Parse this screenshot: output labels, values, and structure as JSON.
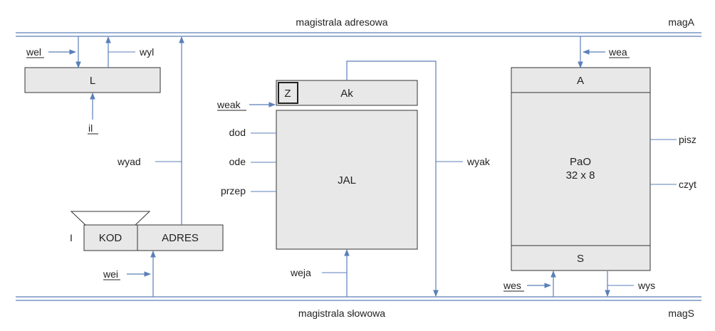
{
  "buses": {
    "address_bus_label": "magistrala adresowa",
    "address_bus_tag": "magA",
    "word_bus_label": "magistrala słowowa",
    "word_bus_tag": "magS"
  },
  "register_L": {
    "name": "L",
    "in_signal": "wel",
    "out_signal": "wyl",
    "inc_signal": "il"
  },
  "register_I": {
    "name": "I",
    "code_field": "KOD",
    "address_field": "ADRES",
    "in_signal": "wei",
    "out_signal": "wyad"
  },
  "alu_block": {
    "flag": "Z",
    "accumulator": "Ak",
    "acc_in_signal": "weak",
    "alu_name": "JAL",
    "alu_signals": [
      "dod",
      "ode",
      "przep"
    ],
    "alu_in_signal": "weja",
    "acc_out_signal": "wyak"
  },
  "memory_block": {
    "addr_register": "A",
    "addr_in_signal": "wea",
    "memory_name": "PaO",
    "memory_size": "32 x 8",
    "write_signal": "pisz",
    "read_signal": "czyt",
    "data_register": "S",
    "data_in_signal": "wes",
    "data_out_signal": "wys"
  },
  "colors": {
    "wire": "#5b7fb8",
    "box_fill": "#e8e8e8",
    "box_stroke": "#333333",
    "text": "#222222"
  }
}
